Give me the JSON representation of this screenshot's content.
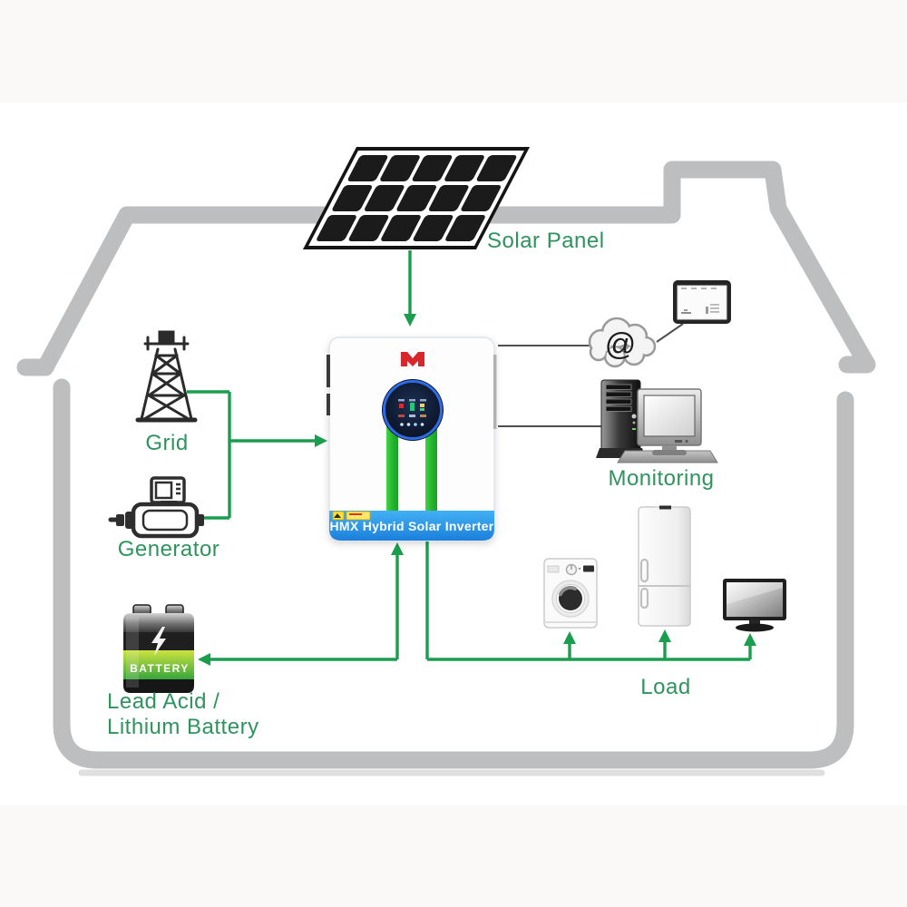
{
  "canvas": {
    "background": "#ffffff",
    "photo_band_color": "#faf9f7"
  },
  "colors": {
    "label_green": "#2f935e",
    "arrow_green": "#1b9d4e",
    "house_gray": "#bdbebf",
    "link_gray": "#4f4f4f",
    "inverter_band_blue": "#2493e8",
    "stripe_green": "#2cc135",
    "logo_red": "#d7272d",
    "display_ring_blue": "#2e6be6",
    "battery_green": "#52b33f",
    "warning_yellow": "#ffdf3a"
  },
  "nodes": {
    "solar_panel": {
      "label": "Solar Panel"
    },
    "grid": {
      "label": "Grid"
    },
    "generator": {
      "label": "Generator"
    },
    "battery": {
      "label_line1": "Lead Acid /",
      "label_line2": "Lithium Battery",
      "badge": "BATTERY"
    },
    "inverter": {
      "name_plate": "HMX Hybrid Solar Inverter"
    },
    "monitoring": {
      "label": "Monitoring",
      "cloud_symbol": "@"
    },
    "load": {
      "label": "Load"
    }
  },
  "icons": {
    "house": "house-outline",
    "solar_panel": "solar-panel-icon",
    "grid": "grid-tower-icon",
    "generator": "generator-icon",
    "battery": "battery-icon",
    "inverter": "inverter-device",
    "inverter_logo": "inverter-logo-icon",
    "inverter_display": "inverter-display",
    "cloud": "cloud-at-icon",
    "tablet": "tablet-icon",
    "computer": "desktop-computer-icon",
    "washing_machine": "washing-machine-icon",
    "refrigerator": "refrigerator-icon",
    "tv": "tv-monitor-icon"
  }
}
